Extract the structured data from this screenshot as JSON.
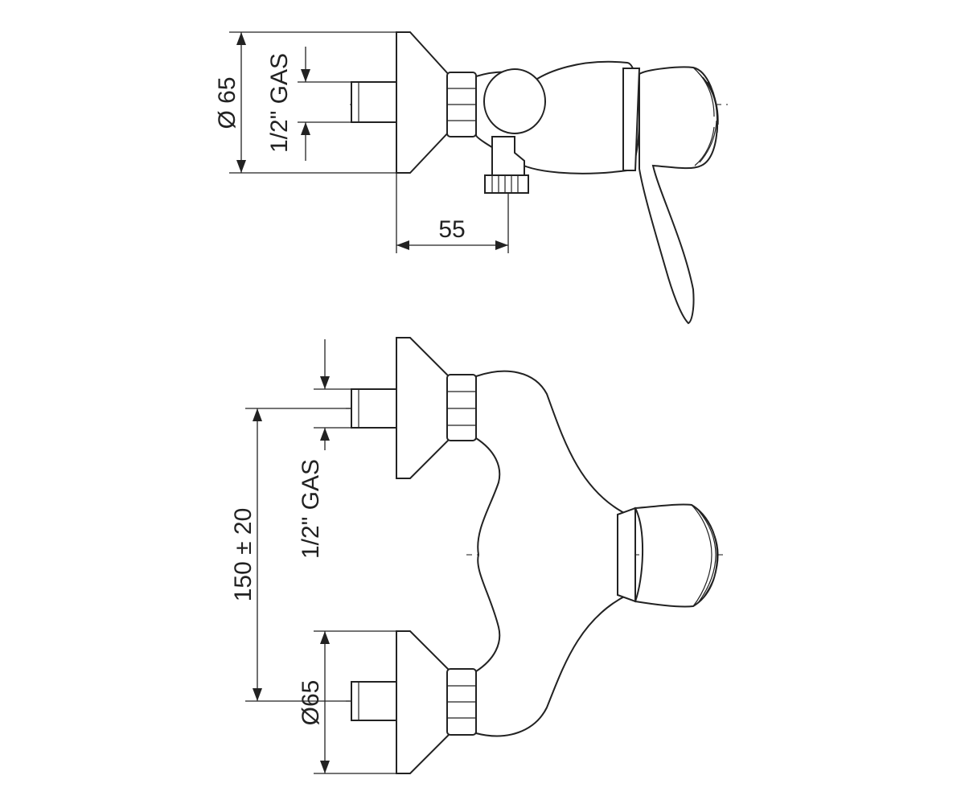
{
  "top_view": {
    "dim_diameter": "Ø 65",
    "dim_thread": "1/2\" GAS",
    "dim_outlet": "55"
  },
  "front_view": {
    "dim_thread": "1/2\" GAS",
    "dim_spacing": "150 ± 20",
    "dim_diameter": "Ø65"
  }
}
